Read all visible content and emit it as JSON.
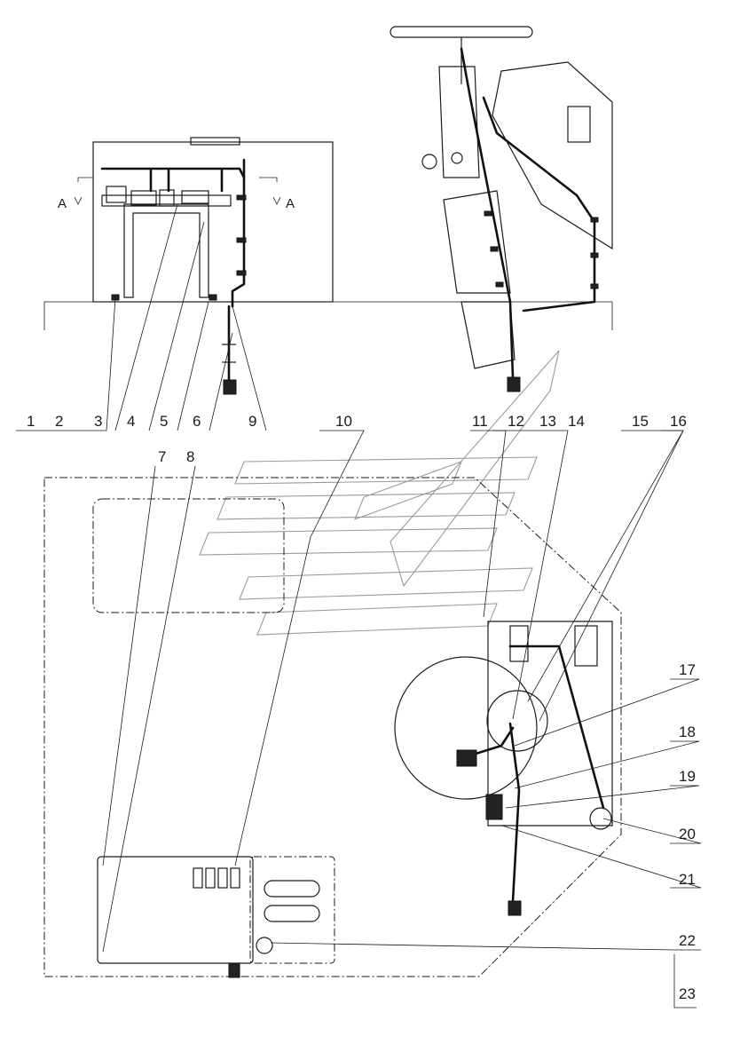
{
  "section_mark": "A",
  "callouts": [
    "1",
    "2",
    "3",
    "4",
    "5",
    "6",
    "9",
    "10",
    "11",
    "12",
    "13",
    "14",
    "15",
    "16",
    "7",
    "8",
    "17",
    "18",
    "19",
    "20",
    "21",
    "22",
    "23"
  ],
  "colors": {
    "line": "#1a1a1a",
    "watermark": "#9a9a9a",
    "background": "#ffffff"
  }
}
